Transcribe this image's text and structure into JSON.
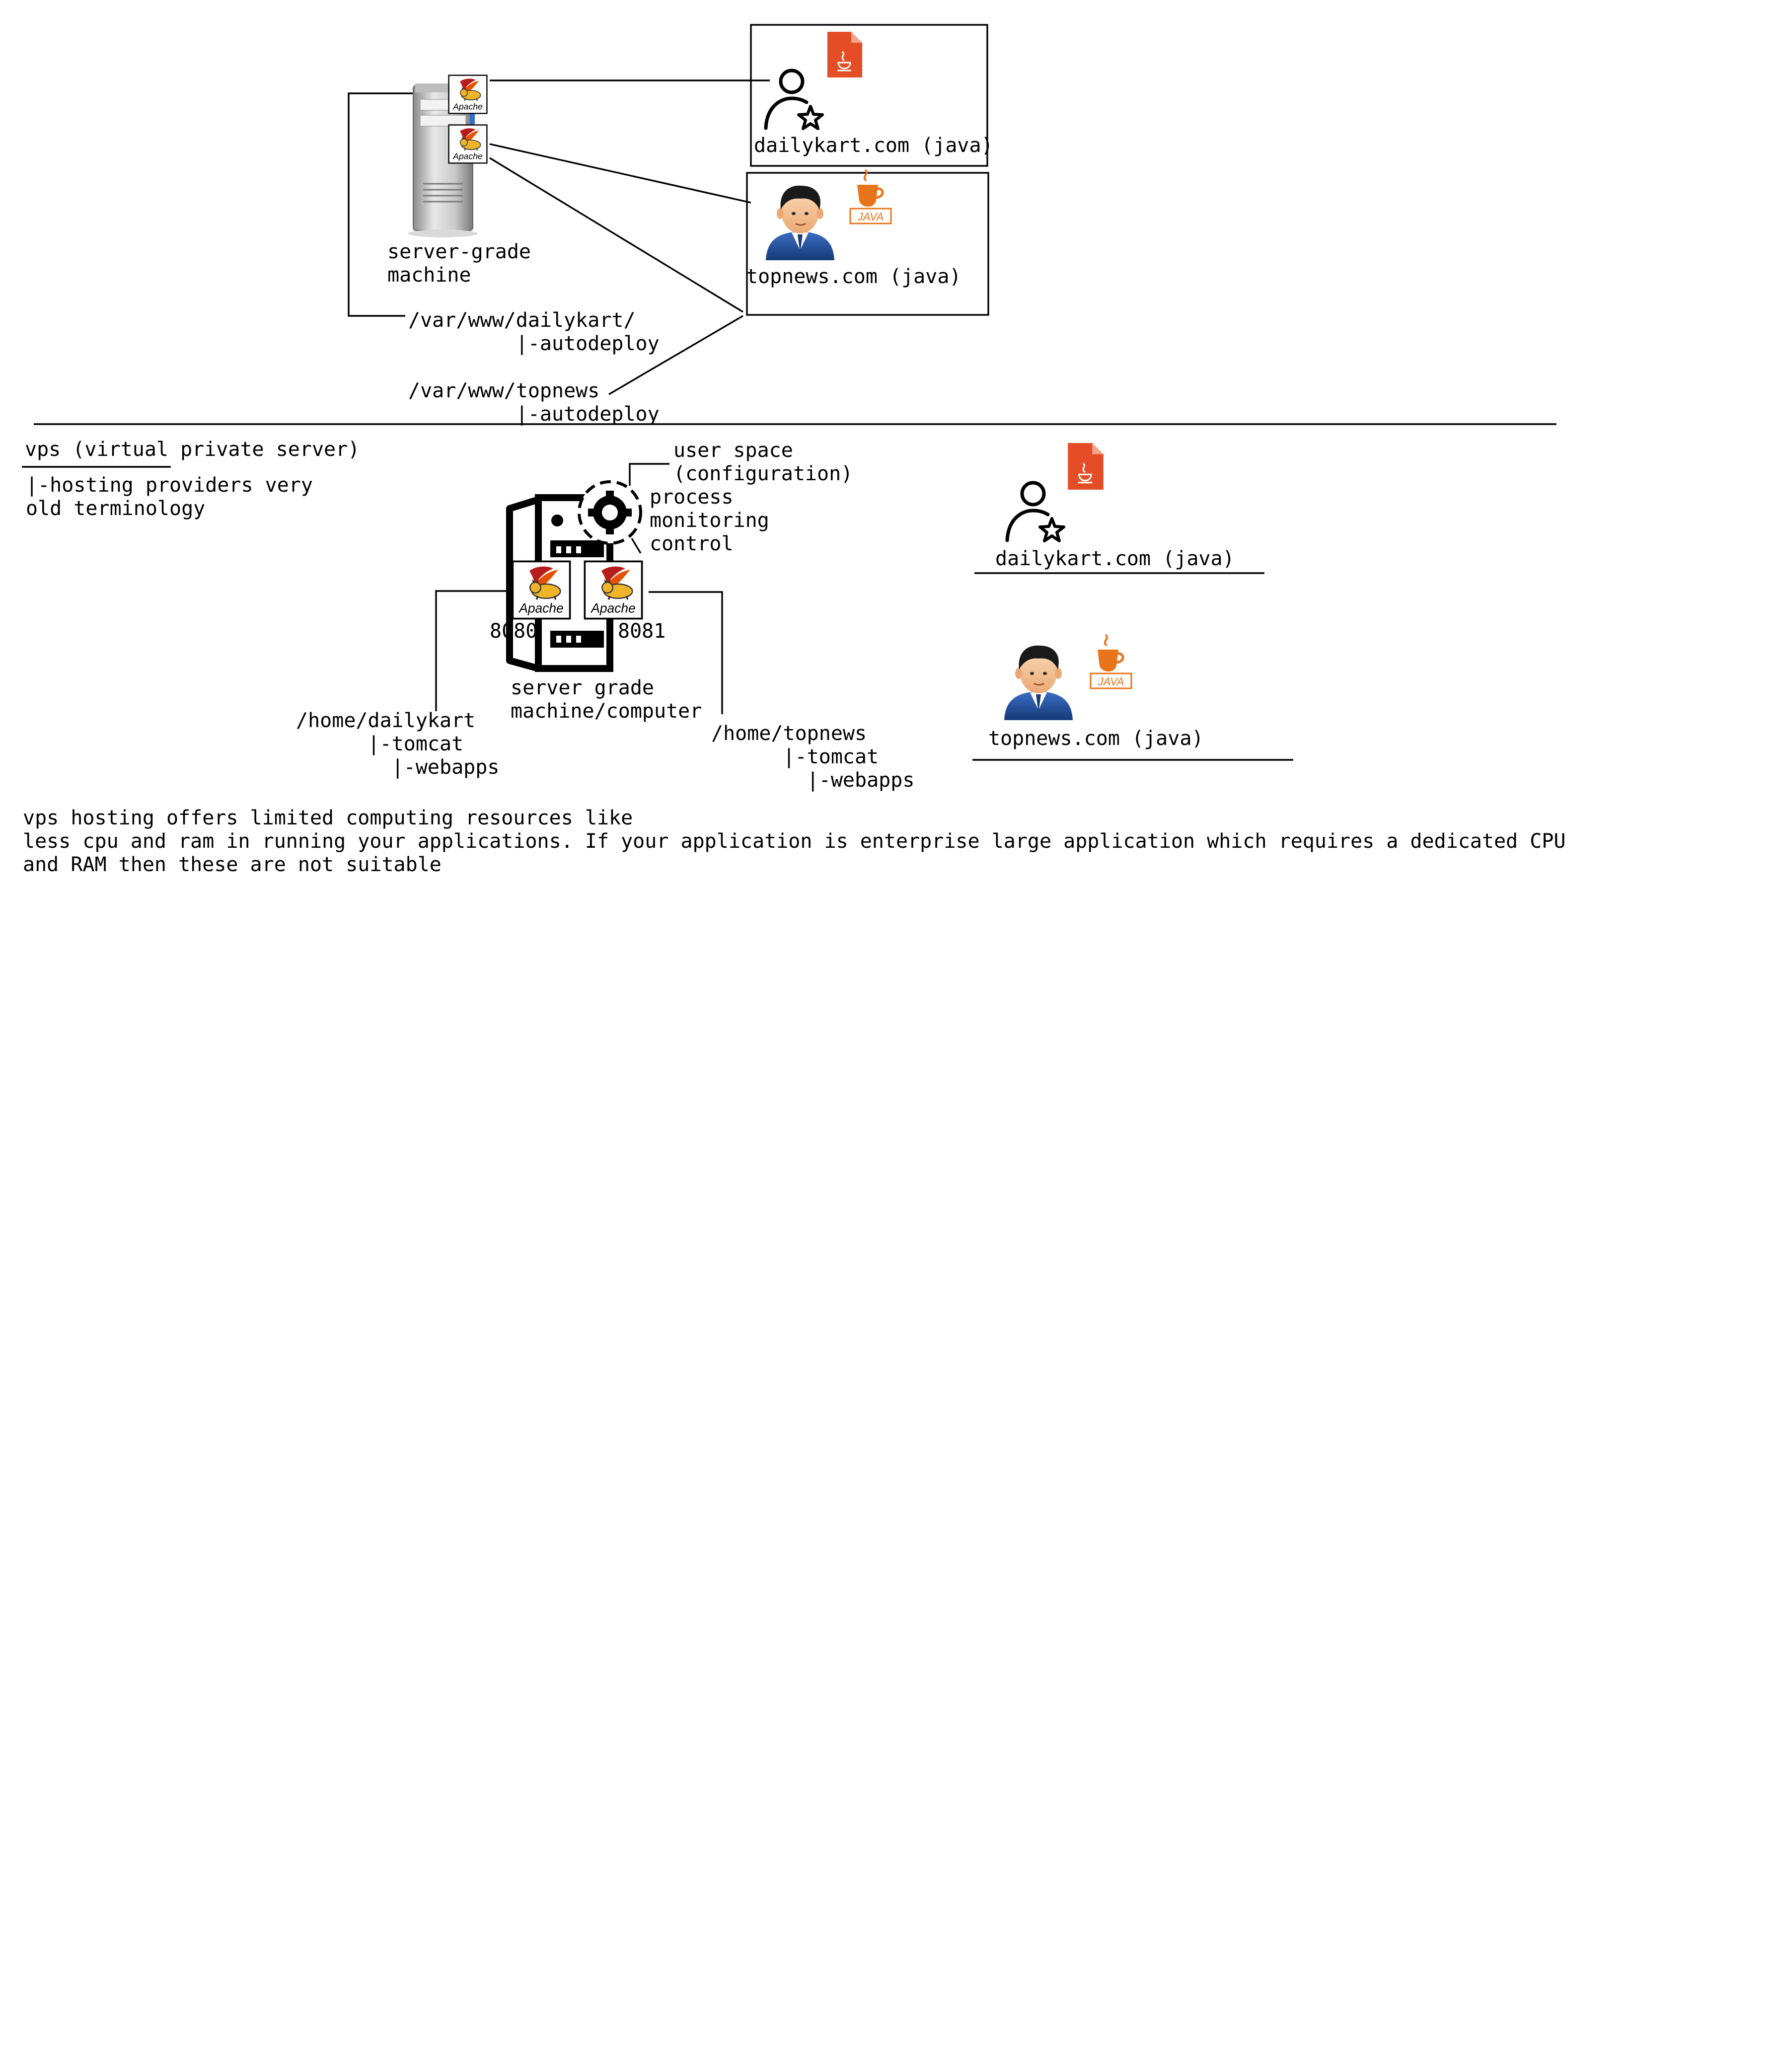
{
  "top": {
    "server_label": [
      "server-grade",
      "machine"
    ],
    "dailykart_label": "dailykart.com (java)",
    "topnews_label": "topnews.com (java)",
    "path_dailykart": [
      "/var/www/dailykart/",
      "         |-autodeploy"
    ],
    "path_topnews": [
      "/var/www/topnews",
      "         |-autodeploy"
    ],
    "tomcat_logo_text": "Apache",
    "java_logo_text": "JAVA"
  },
  "vps": {
    "title": "vps (virtual private server)",
    "note": [
      "|-hosting providers very",
      "old terminology"
    ],
    "user_space": [
      "user space",
      "(configuration)"
    ],
    "process": [
      "process",
      "monitoring",
      "control"
    ],
    "port_left": "8080",
    "port_right": "8081",
    "server_label": [
      "server grade",
      "machine/computer"
    ],
    "path_dailykart": [
      "/home/dailykart",
      "      |-tomcat",
      "        |-webapps"
    ],
    "path_topnews": [
      "/home/topnews",
      "      |-tomcat",
      "        |-webapps"
    ],
    "dailykart_label": "dailykart.com (java)",
    "topnews_label": "topnews.com (java)"
  },
  "footer": {
    "lines": [
      "vps hosting offers limited computing resources like",
      "less cpu and ram in running your applications. If your application is enterprise large application which requires a dedicated CPU",
      "and RAM then these are not suitable"
    ]
  },
  "colors": {
    "java_file": "#e44d26",
    "java_orange": "#e8751a",
    "tomcat_feather": "#b71c1c",
    "suit": "#1f4e9c",
    "skin": "#f7c99a",
    "hair": "#1a1a1a"
  },
  "icons": [
    "server-tower-icon",
    "tomcat-logo-icon",
    "user-star-icon",
    "java-file-icon",
    "businessman-icon",
    "java-logo-icon",
    "gear-icon",
    "server-outline-icon"
  ]
}
